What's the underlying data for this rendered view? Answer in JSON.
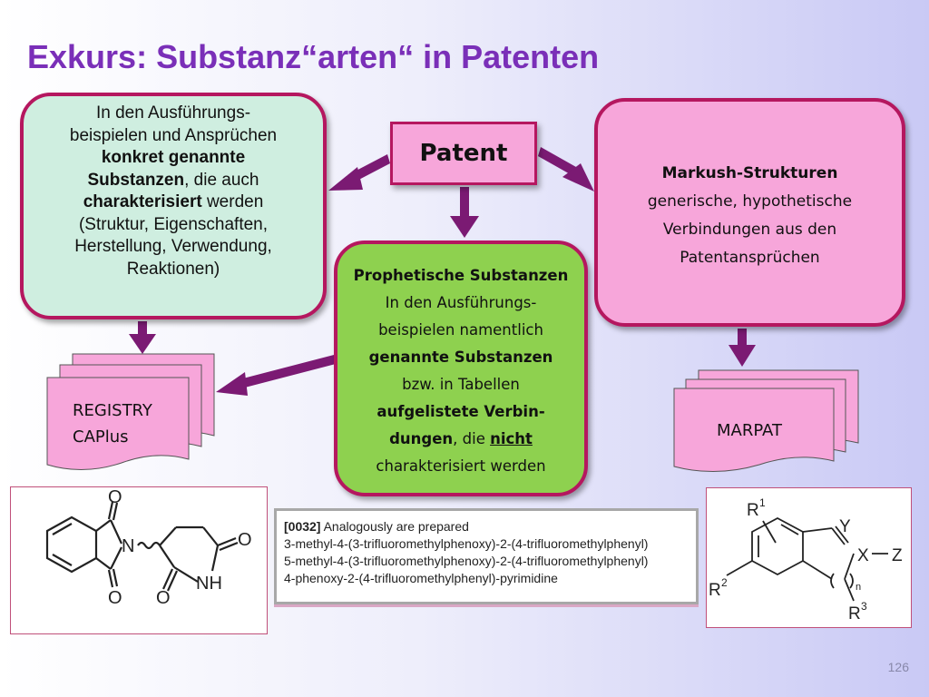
{
  "title": "Exkurs: Substanz“arten“ in Patenten",
  "patent": "Patent",
  "left_box": {
    "t1": "In den  Ausführungs-",
    "t2": "beispielen und Ansprüchen",
    "t3_bold": "konkret  genannte",
    "t4_bold": "Substanzen",
    "t4_rest": ", die auch",
    "t5_bold": "charakterisiert",
    "t5_rest": " werden",
    "t6": "(Struktur, Eigenschaften,",
    "t7": "Herstellung, Verwendung,",
    "t8": "Reaktionen)"
  },
  "right_box": {
    "heading": "Markush-Strukturen",
    "t1": "generische,  hypothetische",
    "t2": "Verbindungen  aus den",
    "t3": "Patentansprüchen"
  },
  "center_box": {
    "heading": "Prophetische Substanzen",
    "t1": "In den  Ausführungs-",
    "t2": "beispielen namentlich",
    "t3_bold": "genannte  Substanzen",
    "t4": "bzw. in Tabellen",
    "t5_bold": "aufgelistete Verbin-",
    "t6_bold": "dungen",
    "t6_mid": ", die ",
    "t6_underline": "nicht",
    "t7": "charakterisiert werden"
  },
  "registry_doc": {
    "line1": "REGISTRY",
    "line2": "CAPlus"
  },
  "marpat_doc": {
    "line1": "MARPAT"
  },
  "structure_left": {
    "o_top": "O",
    "n": "N",
    "o_right": "O",
    "o_bottom": "O",
    "nh": "NH"
  },
  "excerpt": {
    "tag": "[0032]",
    "intro": "  Analogously are prepared",
    "lines": [
      "3-methyl-4-(3-trifluoromethylphenoxy)-2-(4-trifluoromethylphenyl)",
      "5-methyl-4-(3-trifluoromethylphenoxy)-2-(4-trifluoromethylphenyl)",
      "4-phenoxy-2-(4-trifluoromethylphenyl)-pyrimidine"
    ]
  },
  "markush": {
    "r1": "R",
    "r1_sup": "1",
    "r2": "R",
    "r2_sup": "2",
    "r3": "R",
    "r3_sup": "3",
    "y": "Y",
    "x": "X",
    "z": "Z",
    "n": "n"
  },
  "page_number": "126",
  "colors": {
    "title": "#7a2fb8",
    "arrow": "#7b1a73",
    "border": "#b5175f",
    "left_box_fill": "#cfeee0",
    "pink_fill": "#f7a6da",
    "green_fill": "#8ed14f"
  }
}
